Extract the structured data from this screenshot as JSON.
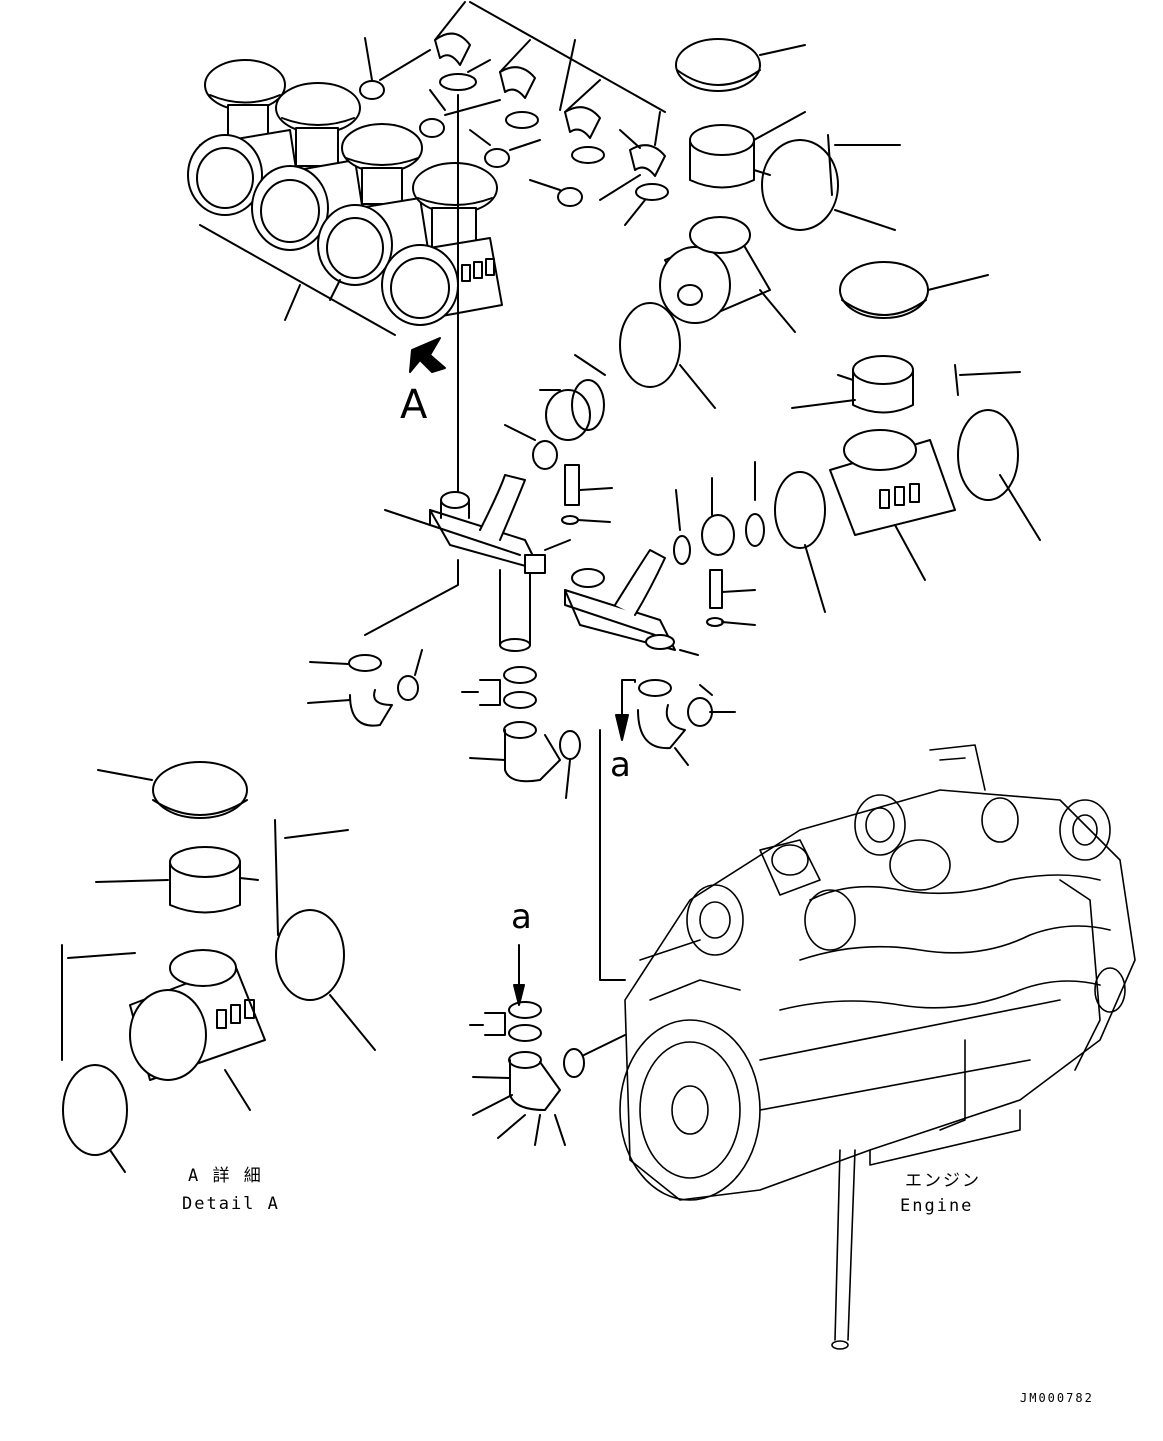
{
  "labels": {
    "view_a": "A",
    "ref_a_upper": "a",
    "ref_a_lower": "a",
    "detail_jp": "A 詳 細",
    "detail_en": "Detail A",
    "engine_jp": "エンジン",
    "engine_en": "Engine",
    "drawing_id": "JM000782"
  }
}
